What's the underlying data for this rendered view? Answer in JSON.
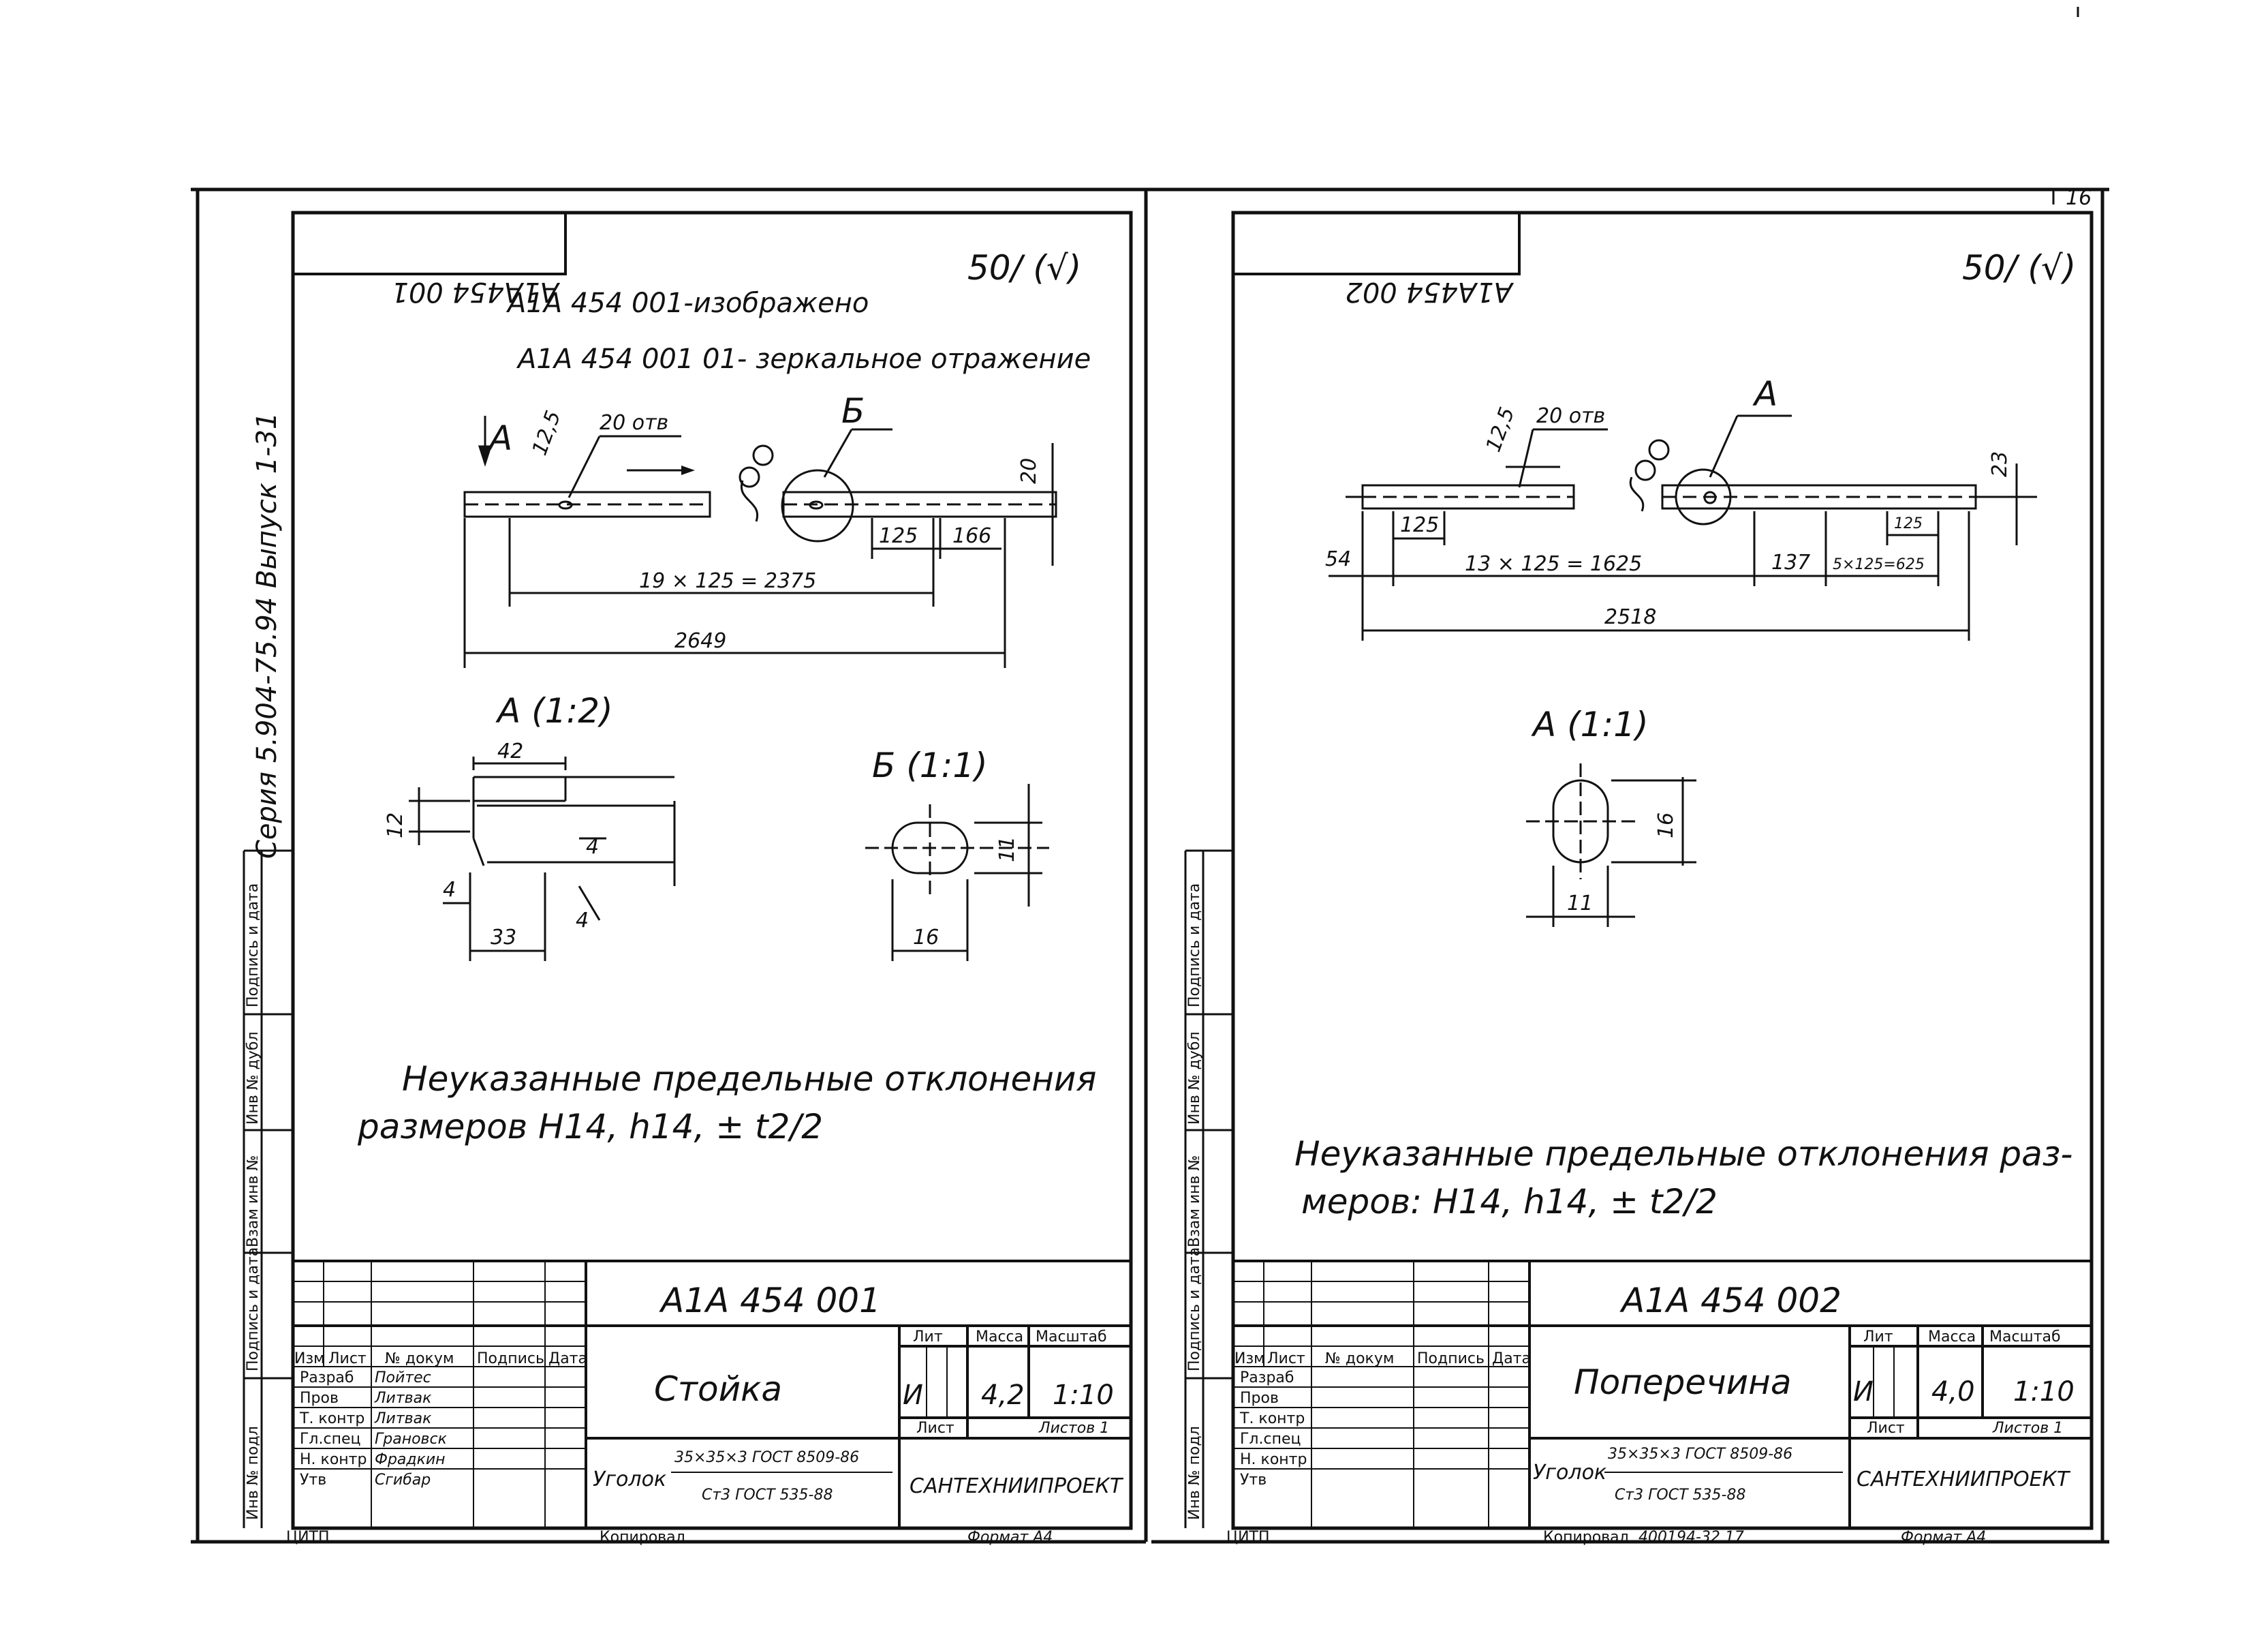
{
  "side_strip": {
    "series": "Серия 5.904-75.94 Выпуск 1-31",
    "labels": [
      "Подпись и дата",
      "Инв № дубл",
      "Взам инв №",
      "Подпись и дата",
      "Инв № подл"
    ]
  },
  "sheet_number": "16",
  "left": {
    "stamp_code_mirrored": "A1A454 001",
    "roughness": "50/ (√)",
    "title_line1": "A1A 454 001-изображено",
    "title_line2": "A1A 454 001 01- зеркальное отражение",
    "view_marker": "A",
    "label_b": "Б",
    "dims": {
      "d12_5": "12,5",
      "holes": "20 отв",
      "d20": "20",
      "d125": "125",
      "d166": "166",
      "pitch": "19 × 125 = 2375",
      "total": "2649"
    },
    "detail_a": {
      "title": "A (1:2)",
      "d42": "42",
      "d12": "12",
      "d4a": "4",
      "d4b": "4",
      "d4c": "4",
      "d33": "33"
    },
    "detail_b": {
      "title": "Б (1:1)",
      "d11": "11",
      "d16": "16"
    },
    "note_line1": "Неуказанные предельные отклонения",
    "note_line2": "размеров H14, h14, ± t2/2",
    "titleblock": {
      "code": "A1A 454 001",
      "name": "Стойка",
      "col_headers": [
        "Изм",
        "Лист",
        "№ докум",
        "Подпись",
        "Дата"
      ],
      "roles": [
        "Разраб",
        "Пров",
        "Т. контр",
        "Гл.спец",
        "Н. контр",
        "Утв"
      ],
      "persons": [
        "Пойтес",
        "Литвак",
        "Литвак",
        "Грановск",
        "Фрадкин",
        "Сгибар"
      ],
      "lit": "Лит",
      "mass": "Масса",
      "scale": "Масштаб",
      "lit_val": "И",
      "mass_val": "4,2",
      "scale_val": "1:10",
      "sheet": "Лист",
      "sheets": "Листов 1",
      "material_prefix": "Уголок",
      "material_top": "35×35×3 ГОСТ 8509-86",
      "material_bottom": "Ст3 ГОСТ 535-88",
      "org": "САНТЕХНИИПРОЕКТ",
      "copied": "Копировал",
      "format": "Формат А4",
      "citp": "ЦИТП"
    }
  },
  "right": {
    "stamp_code_mirrored": "A1A454 002",
    "roughness": "50/ (√)",
    "view_marker": "A",
    "dims": {
      "d12_5": "12,5",
      "holes": "20 отв",
      "d23": "23",
      "d125a": "125",
      "d54": "54",
      "pitch": "13 × 125 = 1625",
      "d137": "137",
      "pitch2": "5×125=625",
      "d125b": "125",
      "total": "2518"
    },
    "detail_a": {
      "title": "A (1:1)",
      "d16": "16",
      "d11": "11"
    },
    "note_line1": "Неуказанные предельные отклонения раз-",
    "note_line2": "меров: H14, h14, ± t2/2",
    "titleblock": {
      "code": "A1A 454 002",
      "name": "Поперечина",
      "col_headers": [
        "Изм",
        "Лист",
        "№ докум",
        "Подпись",
        "Дата"
      ],
      "roles": [
        "Разраб",
        "Пров",
        "Т. контр",
        "Гл.спец",
        "Н. контр",
        "Утв"
      ],
      "lit": "Лит",
      "mass": "Масса",
      "scale": "Масштаб",
      "lit_val": "И",
      "mass_val": "4,0",
      "scale_val": "1:10",
      "sheet": "Лист",
      "sheets": "Листов 1",
      "material_prefix": "Уголок",
      "material_top": "35×35×3 ГОСТ 8509-86",
      "material_bottom": "Ст3 ГОСТ 535-88",
      "org": "САНТЕХНИИПРОЕКТ",
      "copied": "Копировал",
      "copy_number": "400194-32 17",
      "format": "Формат А4",
      "citp": "ЦИТП"
    }
  }
}
